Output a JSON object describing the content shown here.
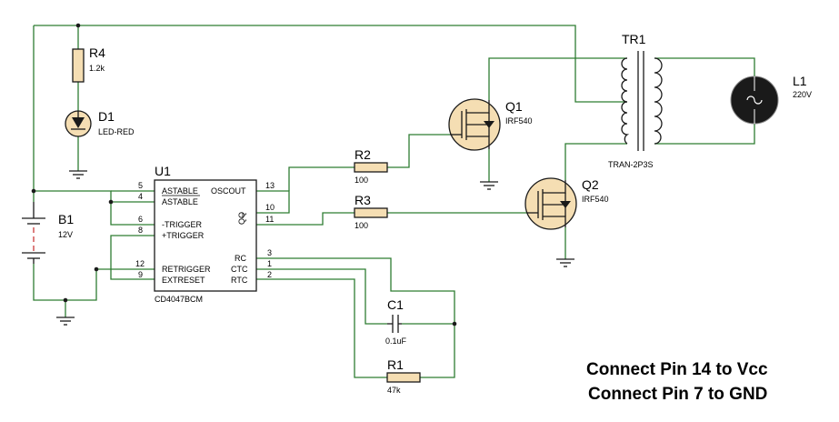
{
  "components": {
    "R4": {
      "ref": "R4",
      "value": "1.2k"
    },
    "D1": {
      "ref": "D1",
      "value": "LED-RED"
    },
    "B1": {
      "ref": "B1",
      "value": "12V"
    },
    "U1": {
      "ref": "U1",
      "value": "CD4047BCM"
    },
    "R2": {
      "ref": "R2",
      "value": "100"
    },
    "R3": {
      "ref": "R3",
      "value": "100"
    },
    "Q1": {
      "ref": "Q1",
      "value": "IRF540"
    },
    "Q2": {
      "ref": "Q2",
      "value": "IRF540"
    },
    "TR1": {
      "ref": "TR1",
      "value": "TRAN-2P3S"
    },
    "L1": {
      "ref": "L1",
      "value": "220V"
    },
    "C1": {
      "ref": "C1",
      "value": "0.1uF"
    },
    "R1": {
      "ref": "R1",
      "value": "47k"
    }
  },
  "ic_pins": {
    "left": [
      {
        "num": "5",
        "name": "ASTABLE"
      },
      {
        "num": "4",
        "name": "ASTABLE"
      },
      {
        "num": "6",
        "name": "-TRIGGER"
      },
      {
        "num": "8",
        "name": "+TRIGGER"
      },
      {
        "num": "12",
        "name": "RETRIGGER"
      },
      {
        "num": "9",
        "name": "EXTRESET"
      }
    ],
    "right": [
      {
        "num": "13",
        "name": "OSCOUT"
      },
      {
        "num": "10",
        "name": "Q"
      },
      {
        "num": "11",
        "name": "Q"
      },
      {
        "num": "3",
        "name": "RC"
      },
      {
        "num": "1",
        "name": "CTC"
      },
      {
        "num": "2",
        "name": "RTC"
      }
    ]
  },
  "notes": [
    "Connect Pin 14 to Vcc",
    "Connect Pin 7 to GND"
  ]
}
